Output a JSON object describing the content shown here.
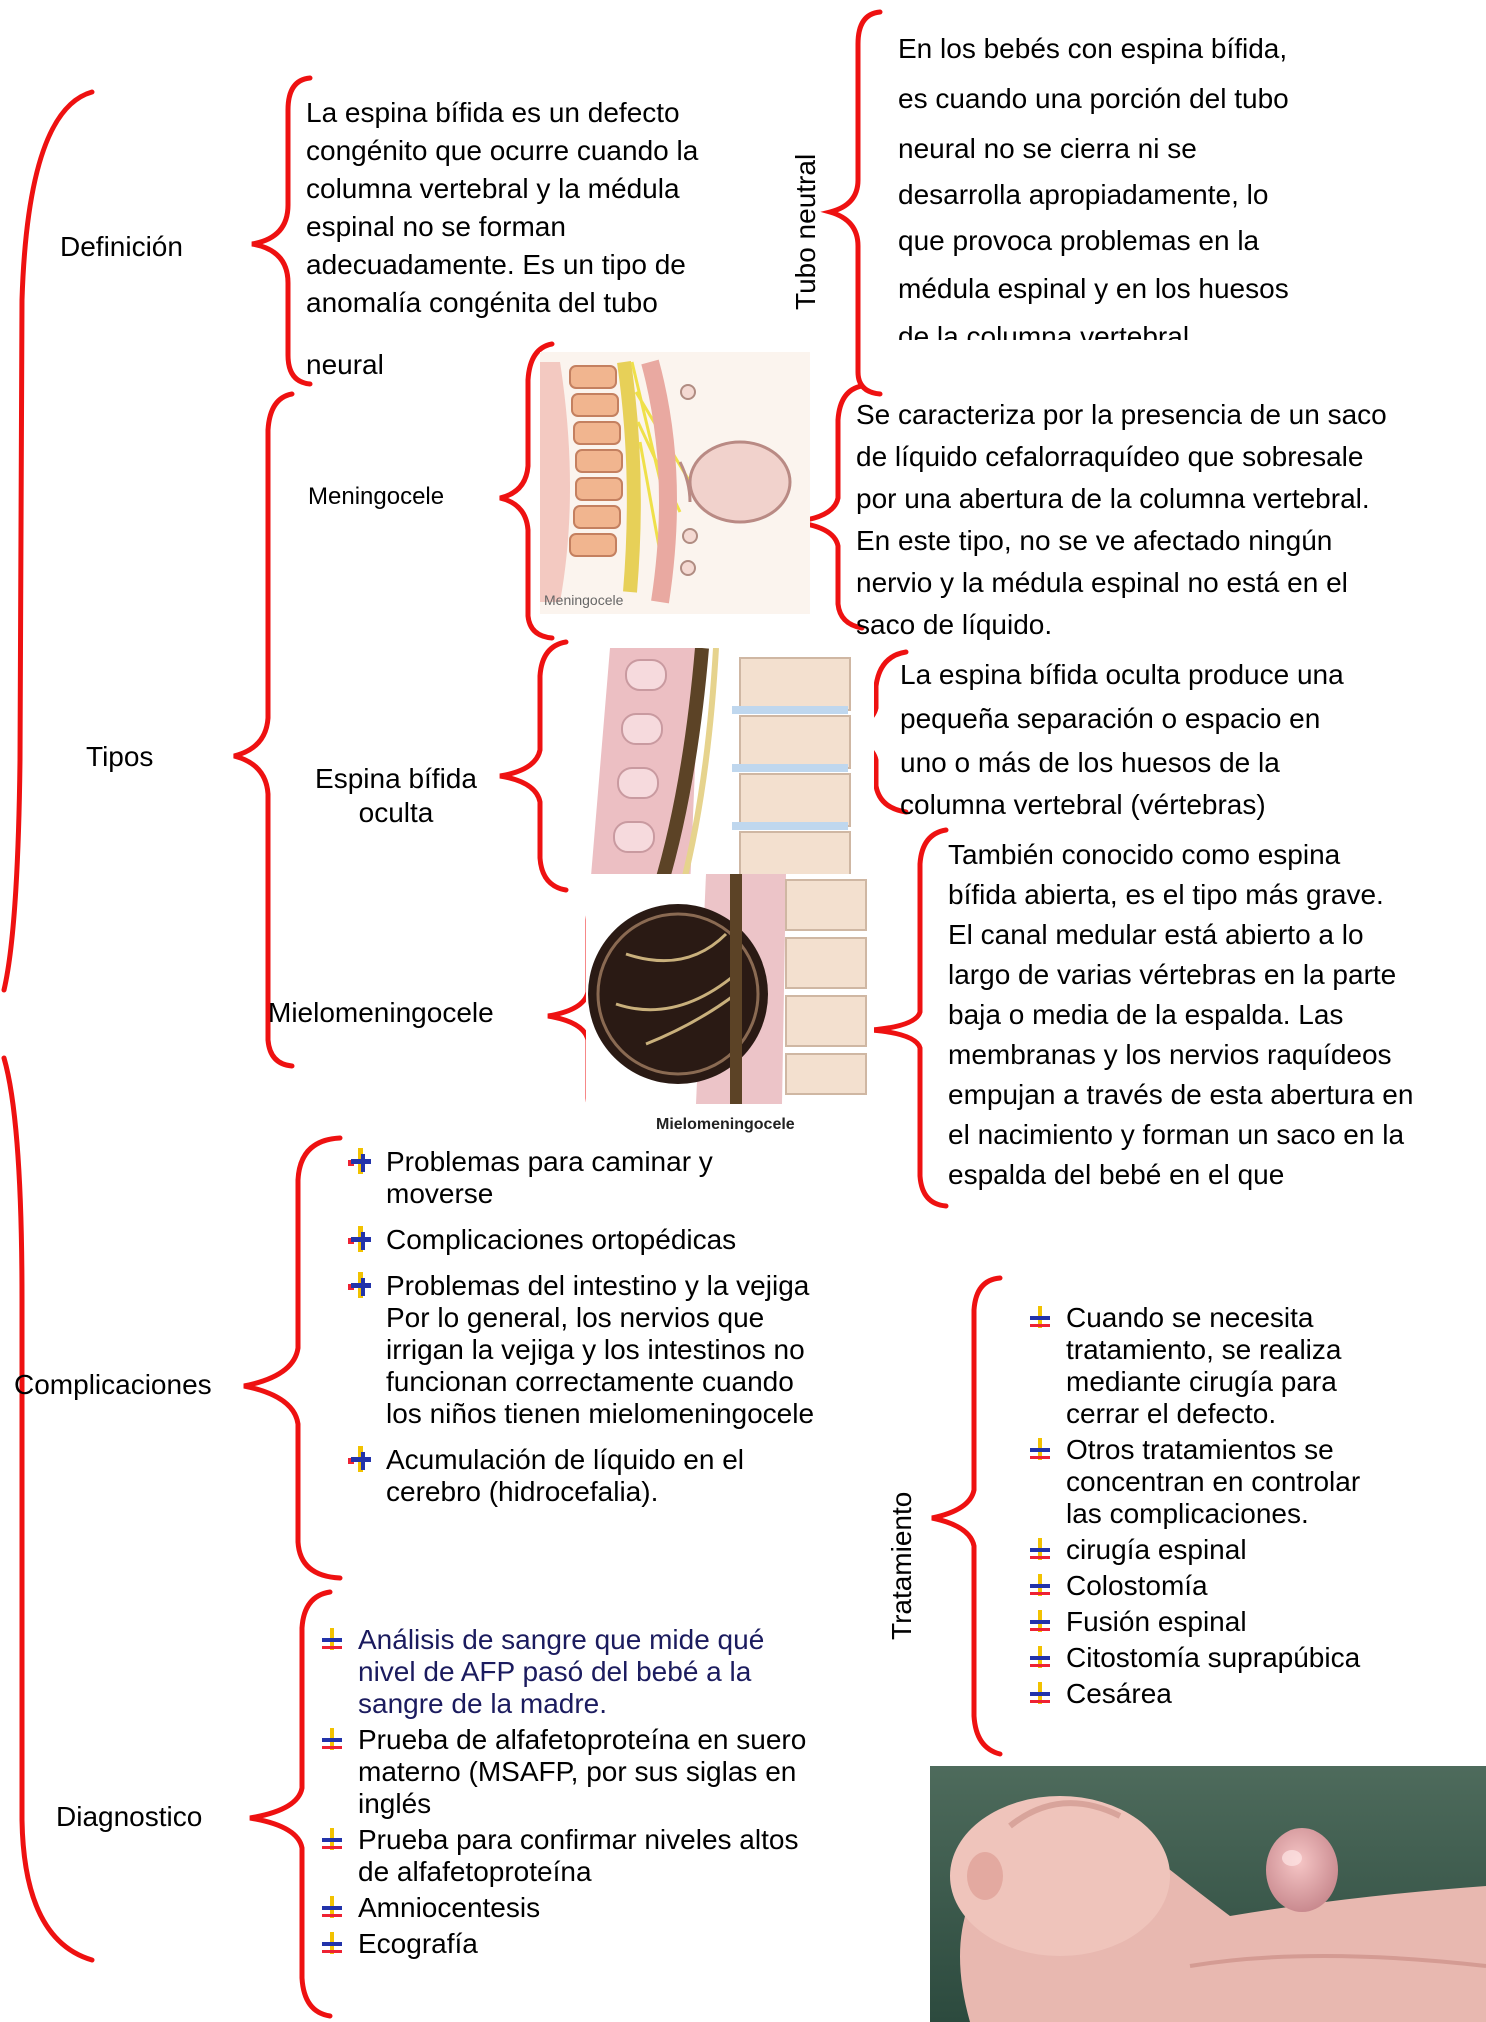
{
  "colors": {
    "brace": "#ee1111",
    "bullet_yellow": "#f2c200",
    "bullet_blue": "#2233aa",
    "bullet_red": "#ee2233"
  },
  "sections": {
    "definicion": {
      "label": "Definición",
      "text_lines": [
        "La espina bífida es un defecto",
        "congénito que ocurre cuando la",
        "columna vertebral y la médula",
        "espinal no se forman",
        "adecuadamente.  Es un tipo de",
        "anomalía congénita del tubo",
        "neural"
      ],
      "tubo_label": "Tubo neutral",
      "tubo_lines": [
        " En los bebés con espina bífida,",
        "es cuando una porción del tubo",
        "neural no se cierra ni se",
        "desarrolla apropiadamente, lo",
        "que provoca problemas en la",
        "médula espinal y en los huesos",
        "de la columna vertebral"
      ]
    },
    "tipos": {
      "label": "Tipos",
      "meningocele": {
        "label": "Meningocele",
        "figure_caption": "Meningocele",
        "text_lines": [
          "Se caracteriza por la presencia de un saco",
          "de líquido cefalorraquídeo que sobresale",
          "por una abertura de la columna vertebral.",
          "En este tipo, no se ve afectado ningún",
          "nervio y la médula espinal no está en el",
          "saco de líquido."
        ]
      },
      "oculta": {
        "label_lines": [
          "Espina bífida",
          "oculta"
        ],
        "text_lines": [
          " La espina bífida oculta produce una",
          "pequeña separación o espacio en",
          "uno o más de los huesos de la",
          "columna vertebral (vértebras)"
        ]
      },
      "mielo": {
        "label": "Mielomeningocele",
        "figure_caption": "Mielomeningocele",
        "text_lines": [
          " También conocido como espina",
          "bífida abierta, es el tipo más grave.",
          "El canal medular está abierto a lo",
          "largo de varias vértebras en la parte",
          "baja o media de la espalda. Las",
          "membranas y los nervios raquídeos",
          "empujan a través de esta abertura en",
          "el nacimiento y forman un saco en la",
          "espalda del bebé en el que"
        ]
      }
    },
    "complicaciones": {
      "label": "Complicaciones",
      "items": [
        {
          "lines": [
            "Problemas para caminar y",
            "moverse"
          ]
        },
        {
          "lines": [
            "Complicaciones ortopédicas"
          ]
        },
        {
          "lines": [
            "Problemas del intestino y la vejiga",
            "Por lo general, los nervios que",
            "irrigan la vejiga y los intestinos no",
            "funcionan correctamente cuando",
            "los niños tienen mielomeningocele"
          ]
        },
        {
          "lines": [
            "Acumulación de líquido en el",
            "cerebro (hidrocefalia)."
          ]
        }
      ]
    },
    "tratamiento": {
      "label": "Tratamiento",
      "items": [
        {
          "lines": [
            "Cuando se necesita",
            "tratamiento, se realiza",
            "mediante cirugía para",
            "cerrar el defecto."
          ]
        },
        {
          "lines": [
            "Otros tratamientos se",
            "concentran en controlar",
            "las complicaciones."
          ]
        },
        {
          "lines": [
            "cirugía espinal"
          ]
        },
        {
          "lines": [
            "Colostomía"
          ]
        },
        {
          "lines": [
            "Fusión espinal"
          ]
        },
        {
          "lines": [
            "Citostomía suprapúbica"
          ]
        },
        {
          "lines": [
            "Cesárea"
          ]
        }
      ]
    },
    "diagnostico": {
      "label": "Diagnostico",
      "items": [
        {
          "lines": [
            "Análisis de sangre que mide qué",
            "nivel de AFP pasó del bebé a la",
            "sangre de la madre."
          ]
        },
        {
          "lines": [
            "Prueba de alfafetoproteína en suero",
            "materno (MSAFP, por sus siglas en",
            "inglés"
          ]
        },
        {
          "lines": [
            "Prueba para confirmar niveles altos",
            "de alfafetoproteína"
          ]
        },
        {
          "lines": [
            "Amniocentesis"
          ]
        },
        {
          "lines": [
            "Ecografía"
          ]
        }
      ]
    }
  }
}
